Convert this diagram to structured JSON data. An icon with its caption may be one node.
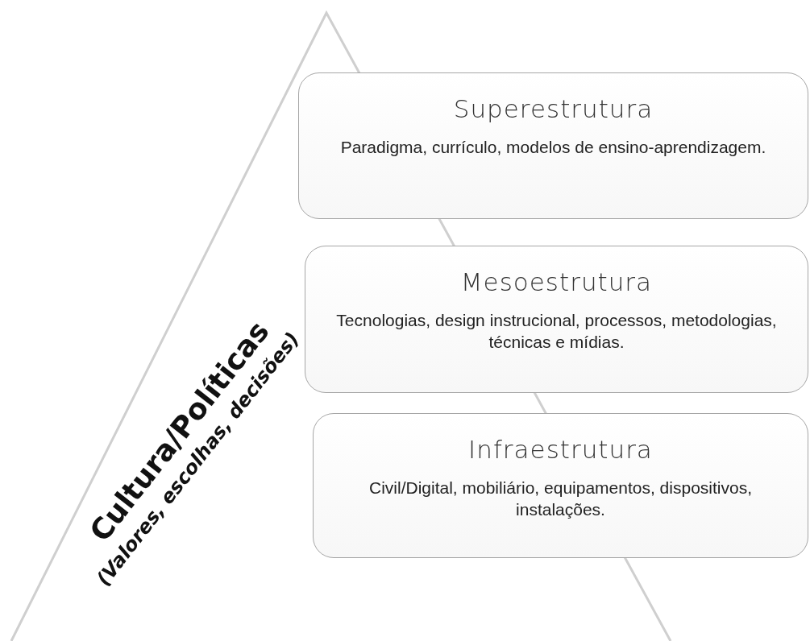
{
  "diagram": {
    "nodes": [
      {
        "text": [
          "Superestrutura",
          "Paradigma, currículo, modelos de ensino-aprendizagem."
        ]
      },
      {
        "text": [
          "Mesoestrutura",
          "Tecnologias, design instrucional, processos, metodologias, técnicas e mídias."
        ]
      },
      {
        "text": [
          "Infraestrutura",
          "Civil/Digital, mobiliário, equipamentos, dispositivos, instalações."
        ]
      }
    ],
    "labels": [
      "Cultura/Políticas",
      "(Valores, escolhas, decisões)"
    ]
  }
}
